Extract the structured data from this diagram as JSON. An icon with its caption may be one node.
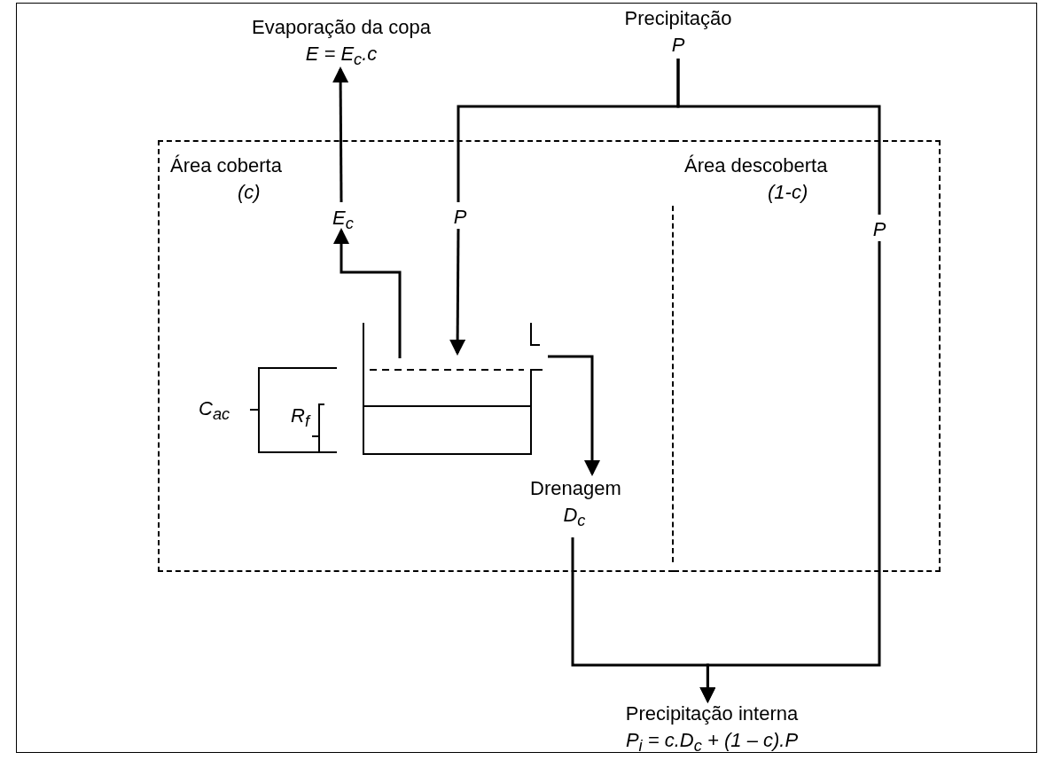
{
  "diagram": {
    "nodes": [
      {
        "text": [
          "Precipitação",
          "P"
        ]
      },
      {
        "text": [
          "Área coberta",
          "(c)"
        ]
      },
      {
        "text": [
          "Área descoberta",
          "(1-c)"
        ]
      },
      {
        "text": [
          "Evaporação da copa",
          "E = E$_{c}$.c"
        ]
      },
      {
        "text": [
          "E$_{c}$"
        ],
        "in": 1
      },
      {
        "text": [
          "P"
        ],
        "in": 1
      },
      {
        "text": [
          "P"
        ],
        "in": 2
      },
      {
        "text": [],
        "shape": "box",
        "in": 1
      },
      {
        "text": [
          "Drenagem",
          "D$_{c}$"
        ],
        "in": 1
      },
      {
        "text": [
          "Precipitação interna",
          "P$_{i}$ = c.D$_{c}$ + (1 – c).P"
        ]
      }
    ],
    "edges": [
      {
        "from": 0,
        "to": 5,
        "arrow": "none"
      },
      {
        "from": 0,
        "to": 6,
        "arrow": "none"
      },
      {
        "from": 5,
        "to": 7,
        "arrow": "to"
      },
      {
        "from": 7,
        "to": 4,
        "arrow": "to"
      },
      {
        "from": 4,
        "to": 3,
        "arrow": "to"
      },
      {
        "from": 7,
        "to": 8,
        "arrow": "to"
      },
      {
        "from": 8,
        "to": 9,
        "arrow": "to"
      },
      {
        "from": 6,
        "to": 9,
        "arrow": "to"
      }
    ],
    "labels": [
      "C$_{ac}$",
      "R$_{f}$"
    ]
  }
}
